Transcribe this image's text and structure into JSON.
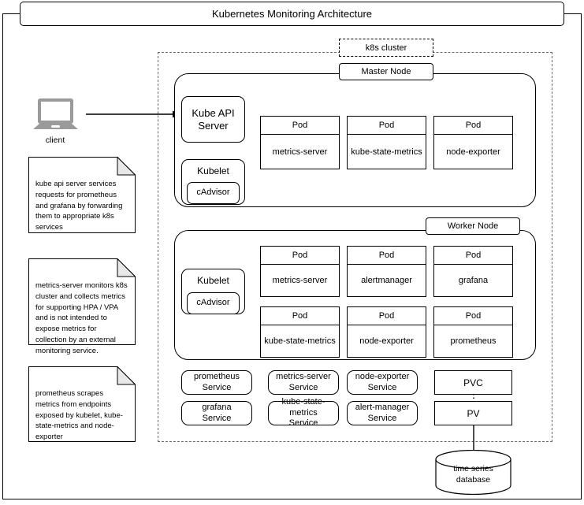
{
  "title": "Kubernetes Monitoring Architecture",
  "cluster": {
    "label": "k8s cluster"
  },
  "client": {
    "label": "client",
    "icon": "laptop-icon"
  },
  "notes": [
    {
      "id": "note-kube-api",
      "text": "kube api server services requests for prometheus and grafana by forwarding them to appropriate k8s services"
    },
    {
      "id": "note-metrics-server",
      "text": "metrics-server monitors k8s cluster and collects metrics for supporting HPA / VPA and is not intended to expose metrics for collection by an external monitoring service."
    },
    {
      "id": "note-prometheus",
      "text": "prometheus scrapes metrics from endpoints exposed by kubelet, kube-state-metrics and node-exporter"
    }
  ],
  "master_node": {
    "label": "Master Node",
    "components": [
      {
        "name": "kube-api-server",
        "label": "Kube API Server"
      },
      {
        "name": "kubelet",
        "label": "Kubelet"
      },
      {
        "name": "cadvisor",
        "label": "cAdvisor"
      }
    ],
    "pods": [
      {
        "head": "Pod",
        "body": "metrics-server"
      },
      {
        "head": "Pod",
        "body": "kube-state-metrics"
      },
      {
        "head": "Pod",
        "body": "node-exporter"
      }
    ]
  },
  "worker_node": {
    "label": "Worker Node",
    "components": [
      {
        "name": "kubelet",
        "label": "Kubelet"
      },
      {
        "name": "cadvisor",
        "label": "cAdvisor"
      }
    ],
    "pods_row1": [
      {
        "head": "Pod",
        "body": "metrics-server"
      },
      {
        "head": "Pod",
        "body": "alertmanager"
      },
      {
        "head": "Pod",
        "body": "grafana"
      }
    ],
    "pods_row2": [
      {
        "head": "Pod",
        "body": "kube-state-metrics"
      },
      {
        "head": "Pod",
        "body": "node-exporter"
      },
      {
        "head": "Pod",
        "body": "prometheus"
      }
    ]
  },
  "services_row1": [
    {
      "label": "prometheus\nService"
    },
    {
      "label": "metrics-server\nService"
    },
    {
      "label": "node-exporter\nService"
    }
  ],
  "services_row2": [
    {
      "label": "grafana\nService"
    },
    {
      "label": "kube-state-metrics\nService"
    },
    {
      "label": "alert-manager\nService"
    }
  ],
  "volumes": [
    {
      "label": "PVC"
    },
    {
      "label": "PV"
    }
  ],
  "database": {
    "line1": "time series",
    "line2": "database"
  },
  "colors": {
    "stroke": "#000000",
    "dashed_stroke": "#6a6a6a",
    "laptop": "#9a9a9a",
    "note_fold": "#e8e8e8",
    "background": "#ffffff"
  }
}
